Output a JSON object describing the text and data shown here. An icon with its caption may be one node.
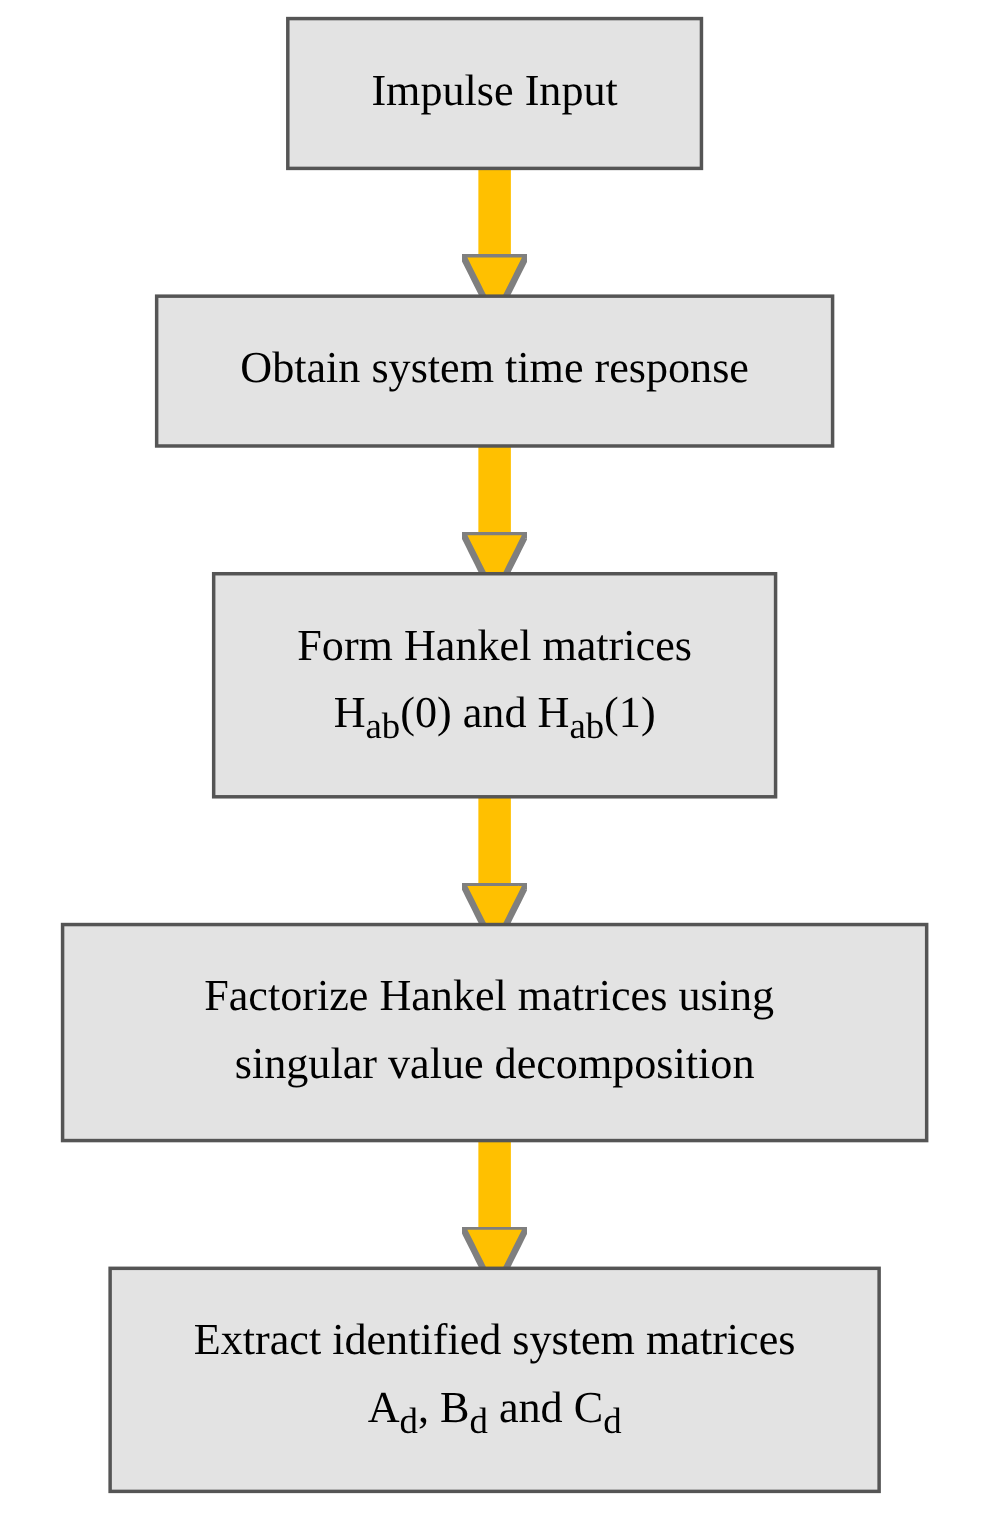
{
  "diagram": {
    "nodes": [
      {
        "text": [
          "Impulse Input"
        ]
      },
      {
        "text": [
          "Obtain system time response"
        ]
      },
      {
        "text": [
          "Form Hankel matrices",
          "H$_{ab}$(0) and H$_{ab}$(1)"
        ]
      },
      {
        "text": [
          "Factorize Hankel matrices using singular value decomposition"
        ]
      },
      {
        "text": [
          "Extract identified system matrices",
          "A$_{d}$, B$_{d}$ and C$_{d}$"
        ]
      }
    ],
    "edges": [
      {
        "from": 0,
        "to": 1,
        "arrow": "to",
        "color": "#ffc000"
      },
      {
        "from": 1,
        "to": 2,
        "arrow": "to",
        "color": "#ffc000"
      },
      {
        "from": 2,
        "to": 3,
        "arrow": "to",
        "color": "#ffc000"
      },
      {
        "from": 3,
        "to": 4,
        "arrow": "to",
        "color": "#ffc000"
      }
    ]
  }
}
